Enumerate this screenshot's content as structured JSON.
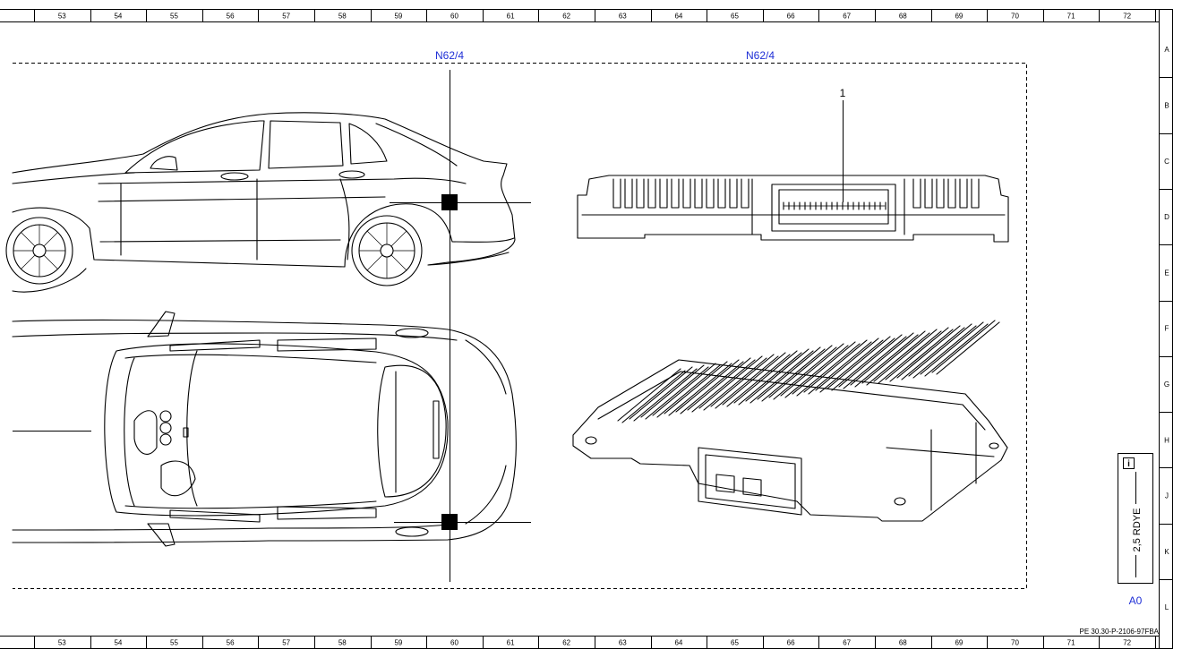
{
  "grid": {
    "columns": [
      "53",
      "54",
      "55",
      "56",
      "57",
      "58",
      "59",
      "60",
      "61",
      "62",
      "63",
      "64",
      "65",
      "66",
      "67",
      "68",
      "69",
      "70",
      "71",
      "72"
    ],
    "rows": [
      "A",
      "B",
      "C",
      "D",
      "E",
      "F",
      "G",
      "H",
      "J",
      "K",
      "L"
    ]
  },
  "labels": {
    "n62_left": "N62/4",
    "n62_right": "N62/4",
    "callout_1": "1",
    "wire": "2,5 RDYE",
    "info_icon": "i",
    "a0": "A0",
    "doc_ref": "PE 30.30-P-2106-97FBA"
  },
  "colors": {
    "accent": "#1f2fd6",
    "line": "#000000"
  }
}
